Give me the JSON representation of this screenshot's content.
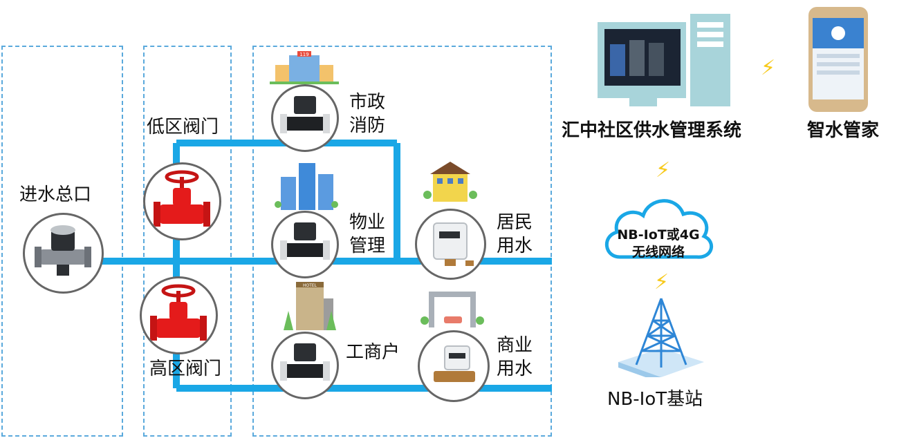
{
  "labels": {
    "inlet": "进水总口",
    "low_valve": "低区阀门",
    "high_valve": "高区阀门",
    "municipal_1": "市政",
    "municipal_2": "消防",
    "property_1": "物业",
    "property_2": "管理",
    "resident_1": "居民",
    "resident_2": "用水",
    "merchant": "工商户",
    "commercial_1": "商业",
    "commercial_2": "用水",
    "system": "汇中社区供水管理系统",
    "app": "智水管家",
    "network_1": "NB-IoT或4G",
    "network_2": "无线网络",
    "station": "NB-IoT基站",
    "hotel_sign": "HOTEL",
    "fire_sign": "119"
  },
  "icons": [
    "water-meter-icon",
    "gate-valve-icon",
    "building-icon",
    "house-icon",
    "car-wash-icon",
    "computer-icon",
    "phone-icon",
    "cloud-icon",
    "tower-icon",
    "lightning-icon"
  ],
  "colors": {
    "pipe": "#1aa7e6",
    "dashed": "#5aa9dc",
    "valve": "#e41b1b",
    "bolt": "#f7c91a",
    "cloud": "#1aa7e6"
  }
}
